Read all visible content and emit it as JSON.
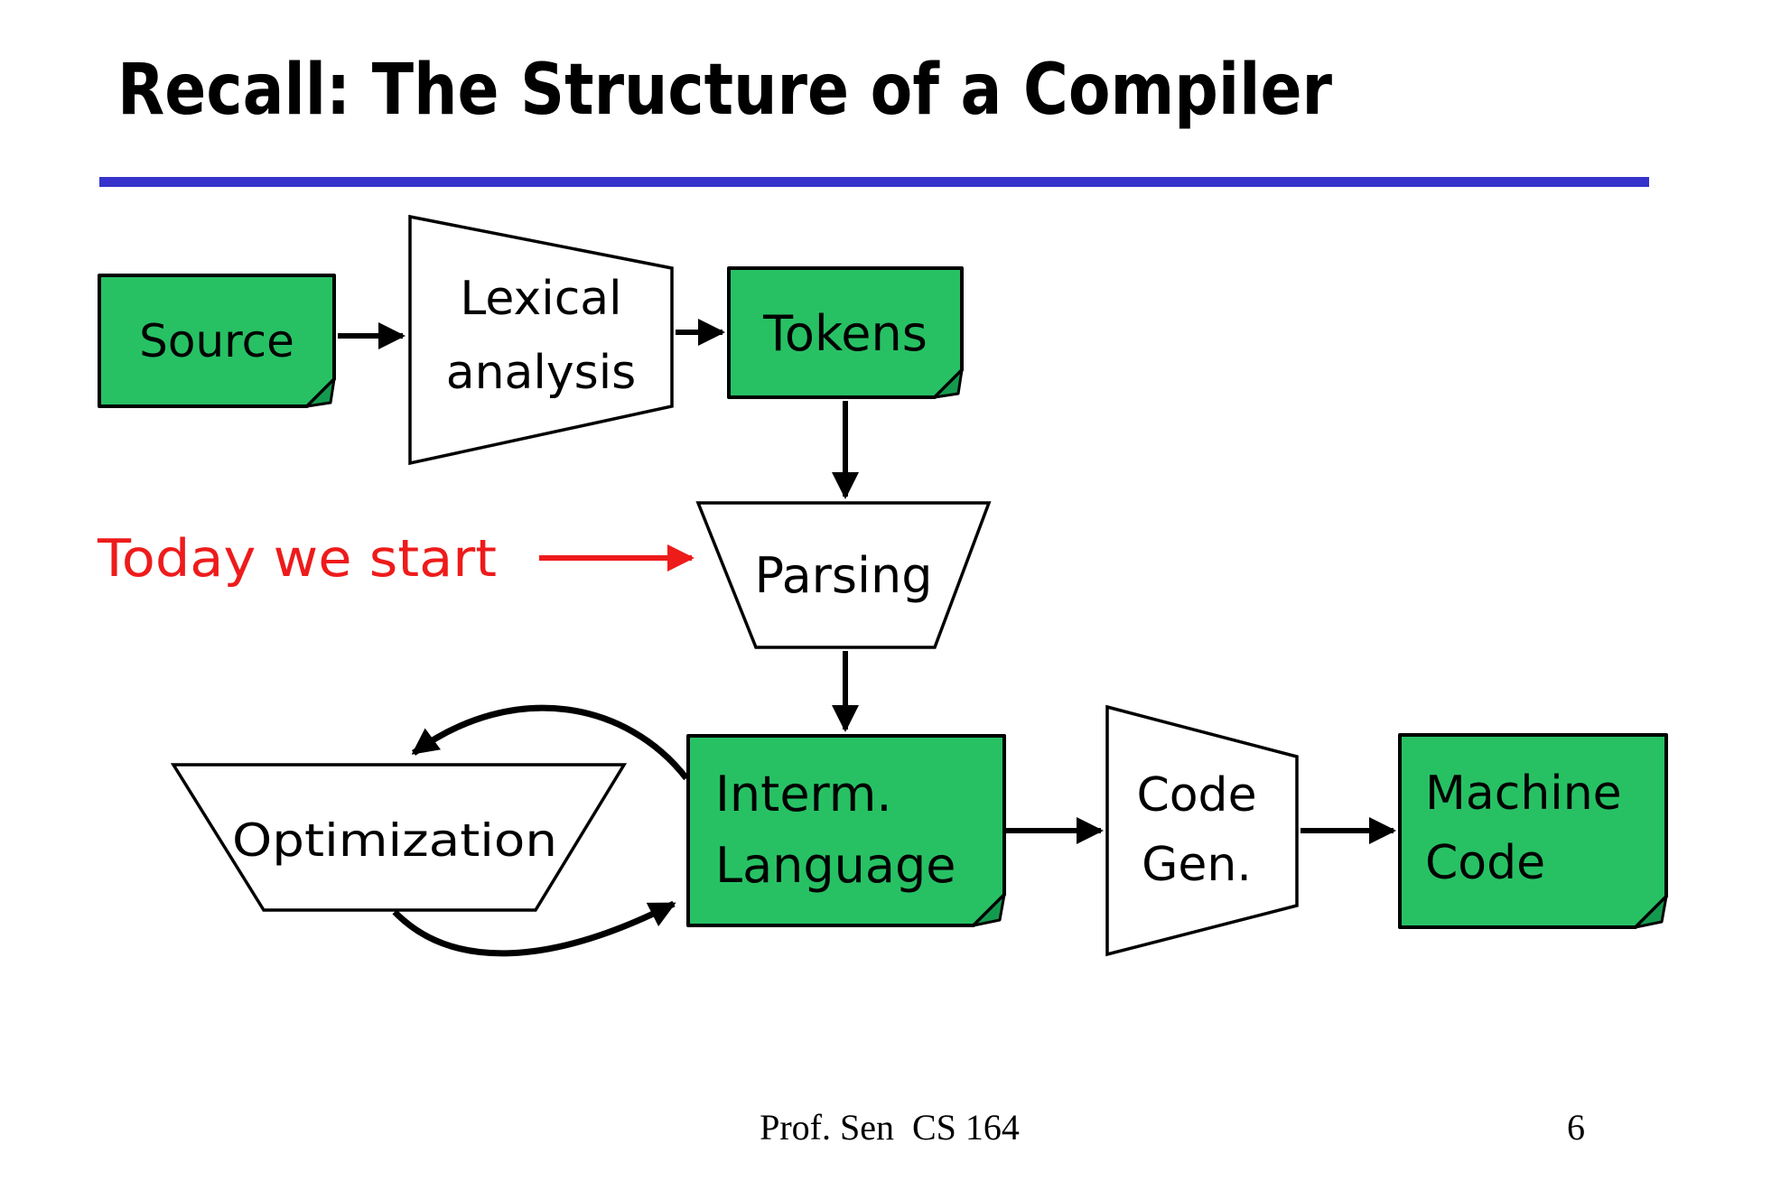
{
  "slide": {
    "title": "Recall: The Structure of a Compiler",
    "footer_credit": "Prof. Sen  CS 164",
    "page_number": "6"
  },
  "annotation": {
    "text": "Today we start",
    "points_to": "Parsing"
  },
  "nodes": {
    "source": {
      "label": "Source",
      "kind": "data"
    },
    "lexical": {
      "line1": "Lexical",
      "line2": "analysis",
      "kind": "phase"
    },
    "tokens": {
      "label": "Tokens",
      "kind": "data"
    },
    "parsing": {
      "label": "Parsing",
      "kind": "phase"
    },
    "optimization": {
      "label": "Optimization",
      "kind": "phase"
    },
    "interm": {
      "line1": "Interm.",
      "line2": "Language",
      "kind": "data"
    },
    "codegen": {
      "line1": "Code",
      "line2": "Gen.",
      "kind": "phase"
    },
    "machine": {
      "line1": "Machine",
      "line2": "Code",
      "kind": "data"
    }
  },
  "edges": [
    {
      "from": "Source",
      "to": "Lexical analysis"
    },
    {
      "from": "Lexical analysis",
      "to": "Tokens"
    },
    {
      "from": "Tokens",
      "to": "Parsing"
    },
    {
      "from": "Parsing",
      "to": "Interm. Language"
    },
    {
      "from": "Interm. Language",
      "to": "Optimization"
    },
    {
      "from": "Optimization",
      "to": "Interm. Language"
    },
    {
      "from": "Interm. Language",
      "to": "Code Gen."
    },
    {
      "from": "Code Gen.",
      "to": "Machine Code"
    },
    {
      "from": "Today we start",
      "to": "Parsing",
      "style": "red-annotation"
    }
  ],
  "colors": {
    "node_fill": "#27c164",
    "node_fold": "#149a4e",
    "rule_blue": "#3533cb",
    "annotation_red": "#ee1b1b",
    "stroke": "#000000"
  }
}
